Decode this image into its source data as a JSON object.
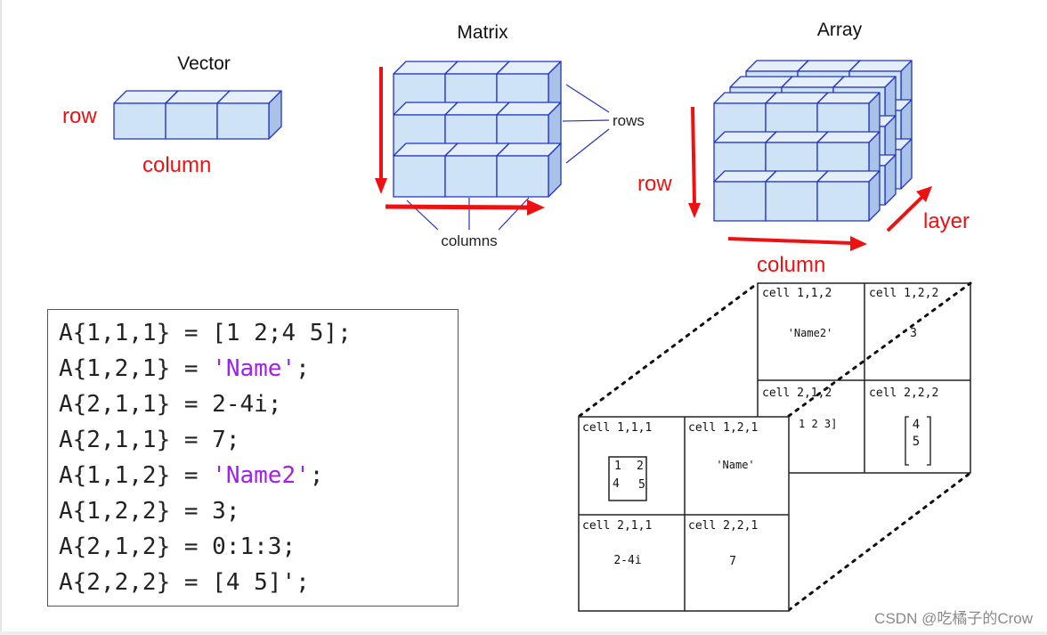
{
  "vector": {
    "title": "Vector",
    "row_label": "row",
    "column_label": "column"
  },
  "matrix": {
    "title": "Matrix",
    "rows_label": "rows",
    "columns_label": "columns"
  },
  "array": {
    "title": "Array",
    "row_label": "row",
    "column_label": "column",
    "layer_label": "layer"
  },
  "code_lines": [
    {
      "pre": "A{1,1,1} = [1 2;4 5];",
      "str": "",
      "post": ""
    },
    {
      "pre": "A{1,2,1} = ",
      "str": "'Name'",
      "post": ";"
    },
    {
      "pre": "A{2,1,1} = 2-4i;",
      "str": "",
      "post": ""
    },
    {
      "pre": "A{2,1,1} = 7;",
      "str": "",
      "post": ""
    },
    {
      "pre": "A{1,1,2} = ",
      "str": "'Name2'",
      "post": ";"
    },
    {
      "pre": "A{1,2,2} = 3;",
      "str": "",
      "post": ""
    },
    {
      "pre": "A{2,1,2} = 0:1:3;",
      "str": "",
      "post": ""
    },
    {
      "pre": "A{2,2,2} = [4 5]';",
      "str": "",
      "post": ""
    }
  ],
  "cell_front": {
    "c111": {
      "label": "cell 1,1,1",
      "m": [
        "1",
        "2",
        "4",
        "5"
      ]
    },
    "c121": {
      "label": "cell 1,2,1",
      "value": "'Name'"
    },
    "c211": {
      "label": "cell 2,1,1",
      "value": "2-4i"
    },
    "c221": {
      "label": "cell 2,2,1",
      "value": "7"
    }
  },
  "cell_back": {
    "c112": {
      "label": "cell 1,1,2",
      "value": "'Name2'"
    },
    "c122": {
      "label": "cell 1,2,2",
      "value": "3"
    },
    "c212": {
      "label": "cell 2,1,2",
      "value": "1 2 3]"
    },
    "c222": {
      "label": "cell 2,2,2",
      "m": [
        "4",
        "5"
      ]
    }
  },
  "watermark": "CSDN @吃橘子的Crow",
  "colors": {
    "cube_fill": "#cfe3f7",
    "cube_top": "#e4effa",
    "cube_side": "#a9c3e8",
    "cube_stroke": "#2233cc",
    "accent_red": "#ee1111",
    "string_purple": "#a020f0"
  }
}
